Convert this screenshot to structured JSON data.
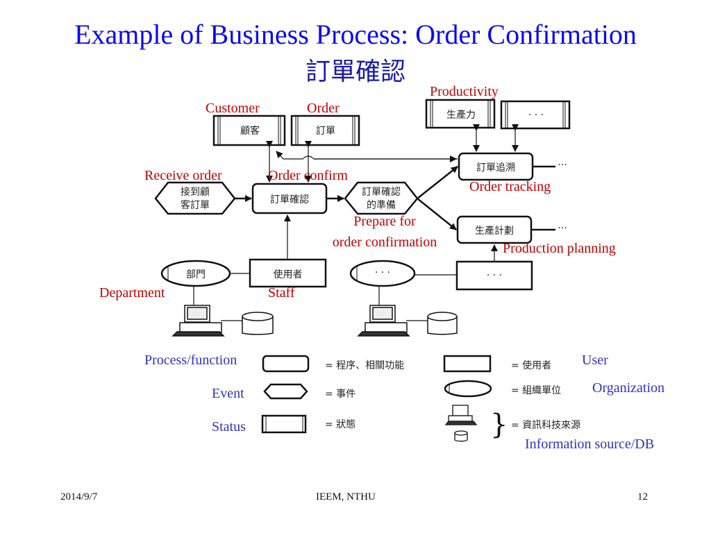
{
  "slide": {
    "title": "Example of Business Process: Order Confirmation",
    "subtitle": "訂單確認",
    "footer": {
      "date": "2014/9/7",
      "org": "IEEM, NTHU",
      "page": "12"
    }
  },
  "diagram": {
    "status_boxes": [
      {
        "id": "customer",
        "zh": "顧客",
        "en": "Customer"
      },
      {
        "id": "order",
        "zh": "訂單",
        "en": "Order"
      },
      {
        "id": "productivity",
        "zh": "生產力",
        "en": "Productivity"
      },
      {
        "id": "other-status",
        "zh": "· · ·",
        "en": ""
      }
    ],
    "events": [
      {
        "id": "receive-order",
        "zh_line1": "接到顧",
        "zh_line2": "客訂單",
        "en": "Receive order"
      },
      {
        "id": "prepare-confirmation",
        "zh_line1": "訂單確認",
        "zh_line2": "的準備",
        "en_line1": "Prepare for",
        "en_line2": "order confirmation"
      }
    ],
    "processes": [
      {
        "id": "order-confirm",
        "zh": "訂單確認",
        "en": "Order confirm"
      },
      {
        "id": "order-tracking",
        "zh": "訂單追溯",
        "en": "Order tracking",
        "continuation": "···"
      },
      {
        "id": "production-planning",
        "zh": "生產計劃",
        "en": "Production planning",
        "continuation": "···"
      }
    ],
    "organizations": [
      {
        "id": "department",
        "zh": "部門",
        "en": "Department"
      },
      {
        "id": "other-org",
        "zh": "· · ·",
        "en": ""
      }
    ],
    "users": [
      {
        "id": "staff",
        "zh": "使用者",
        "en": "Staff"
      },
      {
        "id": "other-user",
        "zh": "· · ·",
        "en": ""
      }
    ]
  },
  "legend": {
    "items": [
      {
        "en": "Process/function",
        "zh": "= 程序、相關功能"
      },
      {
        "en": "Event",
        "zh": "= 事件"
      },
      {
        "en": "Status",
        "zh": "= 狀態"
      },
      {
        "en": "User",
        "zh": "= 使用者"
      },
      {
        "en": "Organization",
        "zh": "= 組織單位"
      },
      {
        "en": "Information source/DB",
        "zh": "= 資訊科技來源"
      }
    ]
  },
  "colors": {
    "title": "#0a0af0",
    "label_red": "#c00000",
    "legend_blue": "#3030c0"
  }
}
